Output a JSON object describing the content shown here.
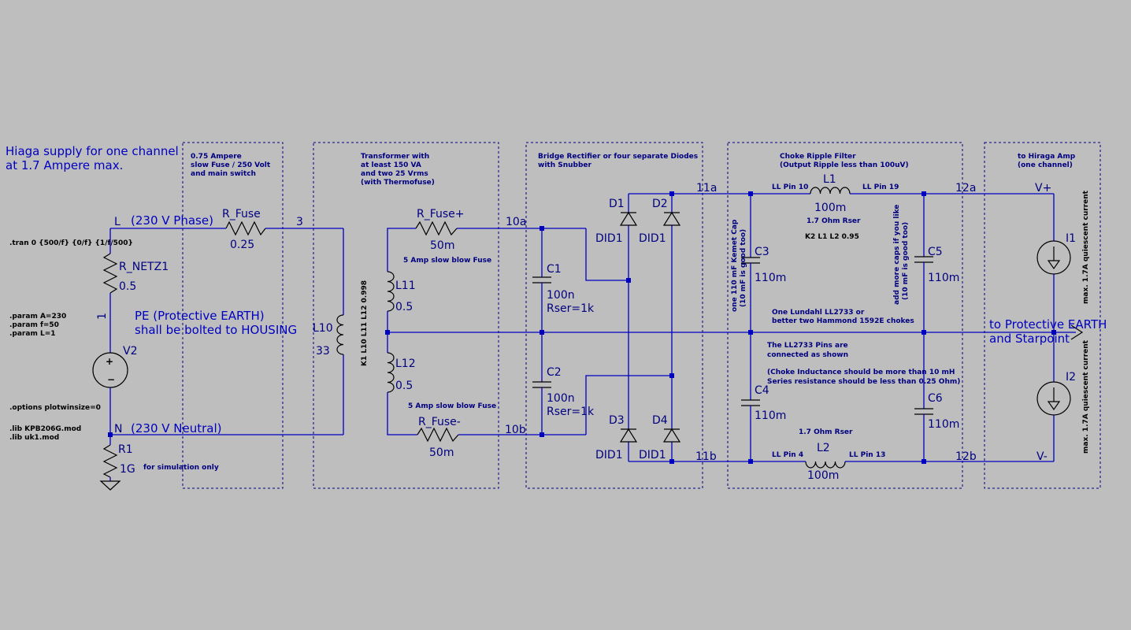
{
  "title": [
    "Hiaga supply for one channel",
    "at 1.7 Ampere max."
  ],
  "directives": {
    "tran": ".tran 0 {500/f} {0/f} {1/f/500}",
    "param_a": ".param A=230",
    "param_f": ".param f=50",
    "param_l": ".param L=1",
    "options": ".options plotwinsize=0",
    "lib1": ".lib KPB206G.mod",
    "lib2": ".lib uk1.mod",
    "coupling_tr": "K1 L10 L11 L12 0.998",
    "coupling_choke": "K2 L1 L2 0.95"
  },
  "sections": {
    "fuse": [
      "0.75 Ampere",
      "slow Fuse  / 250 Volt",
      "and main switch"
    ],
    "transformer": [
      "Transformer with",
      "at least 150 VA",
      "and two 25 Vrms",
      "(with Thermofuse)"
    ],
    "rectifier": [
      "Bridge Rectifier or four separate Diodes",
      "with Snubber"
    ],
    "choke": [
      "Choke Ripple Filter",
      "(Output Ripple less than 100uV)"
    ],
    "amp": [
      "to Hiraga Amp",
      "(one channel)"
    ]
  },
  "nets": {
    "L": "L",
    "N": "N",
    "three": "3",
    "n10a": "10a",
    "n10b": "10b",
    "n11a": "11a",
    "n11b": "11b",
    "n12a": "12a",
    "n12b": "12b",
    "vplus": "V+",
    "vminus": "V-",
    "one": "1"
  },
  "labels": {
    "phase": "(230 V Phase)",
    "neutral": "(230 V Neutral)",
    "pe": [
      "PE (Protective EARTH)",
      "shall be bolted to HOUSING"
    ],
    "sim_only": "for simulation only",
    "fuse5a_top": "5 Amp slow blow Fuse",
    "fuse5a_bot": "5 Amp slow blow Fuse",
    "rser_top": "1.7 Ohm Rser",
    "rser_bot": "1.7 Ohm Rser",
    "kemet": [
      "one 110 mF Kemet Cap",
      "(10 mF is good too)"
    ],
    "morecaps": [
      "add more caps if you like",
      "(10 mF is good too)"
    ],
    "lundahl": [
      "One Lundahl LL2733 or",
      "better two Hammond 1592E chokes"
    ],
    "pins": [
      "The LL2733 Pins are",
      "connected as shown"
    ],
    "choke_note": [
      "(Choke Inductance should be more than 10 mH",
      "Series resistance should be less than 0.25 Ohm)"
    ],
    "ll_pin10": "LL Pin 10",
    "ll_pin19": "LL Pin 19",
    "ll_pin4": "LL Pin 4",
    "ll_pin13": "LL Pin 13",
    "earth": [
      "to Protective EARTH",
      "and Starpoint"
    ],
    "quiescent1": "max. 1.7A quiescent current",
    "quiescent2": "max. 1.7A quiescent current"
  },
  "components": {
    "r_fuse": {
      "name": "R_Fuse",
      "value": "0.25"
    },
    "r_netz1": {
      "name": "R_NETZ1",
      "value": "0.5"
    },
    "v2": {
      "name": "V2"
    },
    "r1": {
      "name": "R1",
      "value": "1G"
    },
    "l10": {
      "name": "L10",
      "value": "33"
    },
    "l11": {
      "name": "L11",
      "value": "0.5"
    },
    "l12": {
      "name": "L12",
      "value": "0.5"
    },
    "r_fuse_p": {
      "name": "R_Fuse+",
      "value": "50m"
    },
    "r_fuse_m": {
      "name": "R_Fuse-",
      "value": "50m"
    },
    "c1": {
      "name": "C1",
      "value": "100n",
      "rser": "Rser=1k"
    },
    "c2": {
      "name": "C2",
      "value": "100n",
      "rser": "Rser=1k"
    },
    "d1": {
      "name": "D1",
      "model": "DID1"
    },
    "d2": {
      "name": "D2",
      "model": "DID1"
    },
    "d3": {
      "name": "D3",
      "model": "DID1"
    },
    "d4": {
      "name": "D4",
      "model": "DID1"
    },
    "l1": {
      "name": "L1",
      "value": "100m"
    },
    "l2": {
      "name": "L2",
      "value": "100m"
    },
    "c3": {
      "name": "C3",
      "value": "110m"
    },
    "c4": {
      "name": "C4",
      "value": "110m"
    },
    "c5": {
      "name": "C5",
      "value": "110m"
    },
    "c6": {
      "name": "C6",
      "value": "110m"
    },
    "i1": {
      "name": "I1"
    },
    "i2": {
      "name": "I2"
    }
  }
}
